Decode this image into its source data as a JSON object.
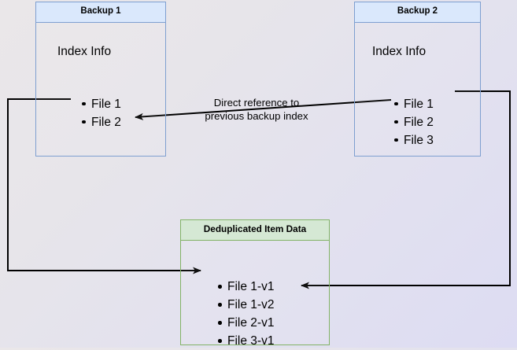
{
  "diagram": {
    "title": "Backup deduplication reference diagram",
    "background": {
      "gradient_from": "#eae7e9",
      "gradient_to": "#dddcf3"
    },
    "colors": {
      "blue_fill": "#dae8fc",
      "blue_stroke": "#7e9fd0",
      "green_fill": "#d5e8d4",
      "green_stroke": "#82b366",
      "connector": "#000000"
    },
    "boxes": {
      "backup1": {
        "header": "Backup 1",
        "section_label": "Index Info",
        "files": [
          "File 1",
          "File 2"
        ]
      },
      "backup2": {
        "header": "Backup 2",
        "section_label": "Index Info",
        "files": [
          "File 1",
          "File 2",
          "File 3"
        ]
      },
      "dedup": {
        "header": "Deduplicated Item Data",
        "files": [
          "File 1-v1",
          "File 1-v2",
          "File 2-v1",
          "File 3-v1"
        ]
      }
    },
    "caption": {
      "line1": "Direct reference to",
      "line2": "previous backup index"
    },
    "connectors": [
      {
        "name": "backup1-file1-to-dedup-file1v1",
        "from": "Backup 1 / File 1",
        "to": "Deduplicated Item Data / File 1-v1",
        "arrowhead": "end"
      },
      {
        "name": "backup2-file1-to-dedup-file1v2",
        "from": "Backup 2 / File 1",
        "to": "Deduplicated Item Data / File 1-v2",
        "arrowhead": "end"
      },
      {
        "name": "backup2-index-to-backup1-file2",
        "from": "Backup 2 / File 2",
        "to": "Backup 1 / File 2",
        "arrowhead": "end",
        "label": "Direct reference to previous backup index"
      }
    ]
  }
}
